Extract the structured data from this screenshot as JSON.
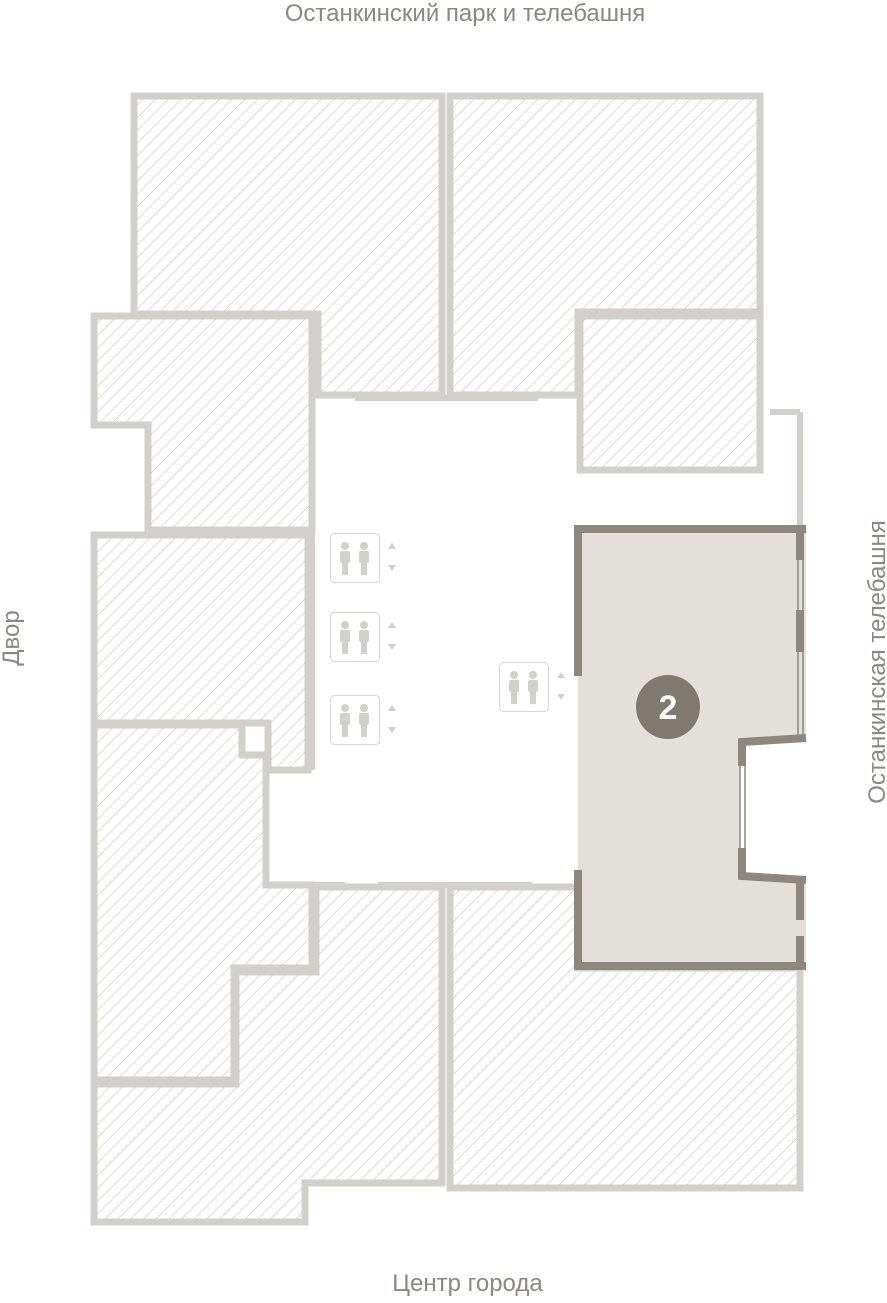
{
  "directions": {
    "top": "Останкинский парк и телебашня",
    "bottom": "Центр города",
    "left": "Двор",
    "right": "Останкинская телебашня"
  },
  "apartment": {
    "number": "2"
  },
  "elevators": [
    "elevator-1",
    "elevator-2",
    "elevator-3",
    "elevator-4"
  ],
  "colors": {
    "wall": "#d3cfca",
    "hatch": "#c9c5bf",
    "selected_fill": "#e3e0dc",
    "selected_wall": "#8d877e",
    "badge": "#7f796f"
  }
}
